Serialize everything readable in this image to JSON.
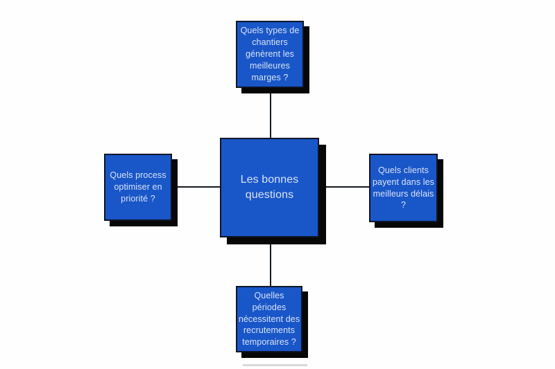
{
  "diagram": {
    "title": "Les bonnes questions",
    "colors": {
      "background": "#fefefe",
      "box_fill": "#1956c8",
      "box_border": "#0e1526",
      "box_shadow": "#070707",
      "text": "#d9e3f5",
      "connector": "#14181f",
      "cropped_hint": "#d9d9d9"
    },
    "center": {
      "label": "Les bonnes questions"
    },
    "nodes": [
      {
        "id": "top",
        "position": "top",
        "label": "Quels types de chantiers génèrent les meilleures marges ?"
      },
      {
        "id": "left",
        "position": "left",
        "label": "Quels process optimiser en priorité ?"
      },
      {
        "id": "right",
        "position": "right",
        "label": "Quels clients payent dans les meilleurs délais ?"
      },
      {
        "id": "bottom",
        "position": "bottom",
        "label": "Quelles périodes nécessitent des recrutements temporaires ?"
      }
    ],
    "connectors": [
      {
        "from": "center",
        "to": "top"
      },
      {
        "from": "center",
        "to": "left"
      },
      {
        "from": "center",
        "to": "right"
      },
      {
        "from": "center",
        "to": "bottom"
      }
    ]
  }
}
